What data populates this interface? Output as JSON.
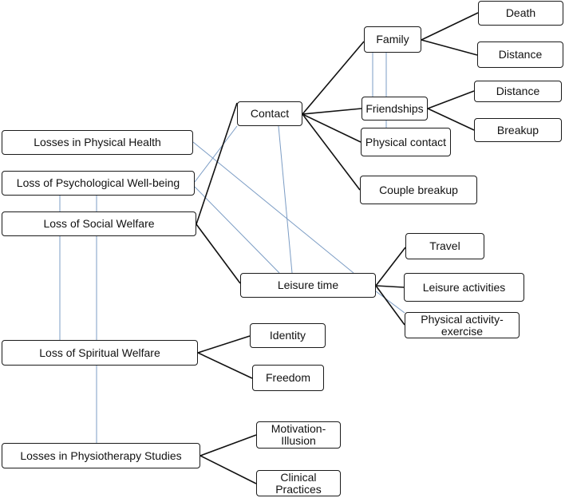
{
  "diagram": {
    "title": "",
    "colors": {
      "hierarchy_line": "#111111",
      "relation_line": "#7b9cc4",
      "node_border": "#1a1a1a"
    },
    "nodes": [
      {
        "id": "physical_health",
        "label": "Losses in Physical Health"
      },
      {
        "id": "psych_wellbeing",
        "label": "Loss of Psychological Well-being"
      },
      {
        "id": "social_welfare",
        "label": "Loss of Social Welfare"
      },
      {
        "id": "spiritual_welfare",
        "label": "Loss of Spiritual Welfare"
      },
      {
        "id": "physio_studies",
        "label": "Losses in Physiotherapy Studies"
      },
      {
        "id": "contact",
        "label": "Contact"
      },
      {
        "id": "leisure_time",
        "label": "Leisure time"
      },
      {
        "id": "family",
        "label": "Family"
      },
      {
        "id": "friendships",
        "label": "Friendships"
      },
      {
        "id": "physical_contact",
        "label": "Physical contact"
      },
      {
        "id": "couple_breakup",
        "label": "Couple breakup"
      },
      {
        "id": "death",
        "label": "Death"
      },
      {
        "id": "family_distance",
        "label": "Distance"
      },
      {
        "id": "friend_distance",
        "label": "Distance"
      },
      {
        "id": "breakup",
        "label": "Breakup"
      },
      {
        "id": "travel",
        "label": "Travel"
      },
      {
        "id": "leisure_activities",
        "label": "Leisure activities"
      },
      {
        "id": "physical_activity",
        "label": "Physical activity-\nexercise"
      },
      {
        "id": "identity",
        "label": "Identity"
      },
      {
        "id": "freedom",
        "label": "Freedom"
      },
      {
        "id": "motivation",
        "label": "Motivation-\nIllusion"
      },
      {
        "id": "clinical",
        "label": "Clinical\nPractices"
      }
    ],
    "hierarchy_edges": [
      [
        "social_welfare",
        "contact"
      ],
      [
        "social_welfare",
        "leisure_time"
      ],
      [
        "contact",
        "family"
      ],
      [
        "contact",
        "friendships"
      ],
      [
        "contact",
        "physical_contact"
      ],
      [
        "contact",
        "couple_breakup"
      ],
      [
        "family",
        "death"
      ],
      [
        "family",
        "family_distance"
      ],
      [
        "friendships",
        "friend_distance"
      ],
      [
        "friendships",
        "breakup"
      ],
      [
        "leisure_time",
        "travel"
      ],
      [
        "leisure_time",
        "leisure_activities"
      ],
      [
        "leisure_time",
        "physical_activity"
      ],
      [
        "spiritual_welfare",
        "identity"
      ],
      [
        "spiritual_welfare",
        "freedom"
      ],
      [
        "physio_studies",
        "motivation"
      ],
      [
        "physio_studies",
        "clinical"
      ]
    ],
    "relation_edges": [
      [
        "physical_health",
        "leisure_time"
      ],
      [
        "psych_wellbeing",
        "contact"
      ],
      [
        "psych_wellbeing",
        "leisure_time"
      ],
      [
        "contact",
        "leisure_time"
      ],
      [
        "family",
        "friendships"
      ],
      [
        "family",
        "physical_contact"
      ],
      [
        "psych_wellbeing",
        "spiritual_welfare"
      ],
      [
        "psych_wellbeing",
        "physio_studies"
      ],
      [
        "leisure_time",
        "physical_activity"
      ]
    ]
  }
}
